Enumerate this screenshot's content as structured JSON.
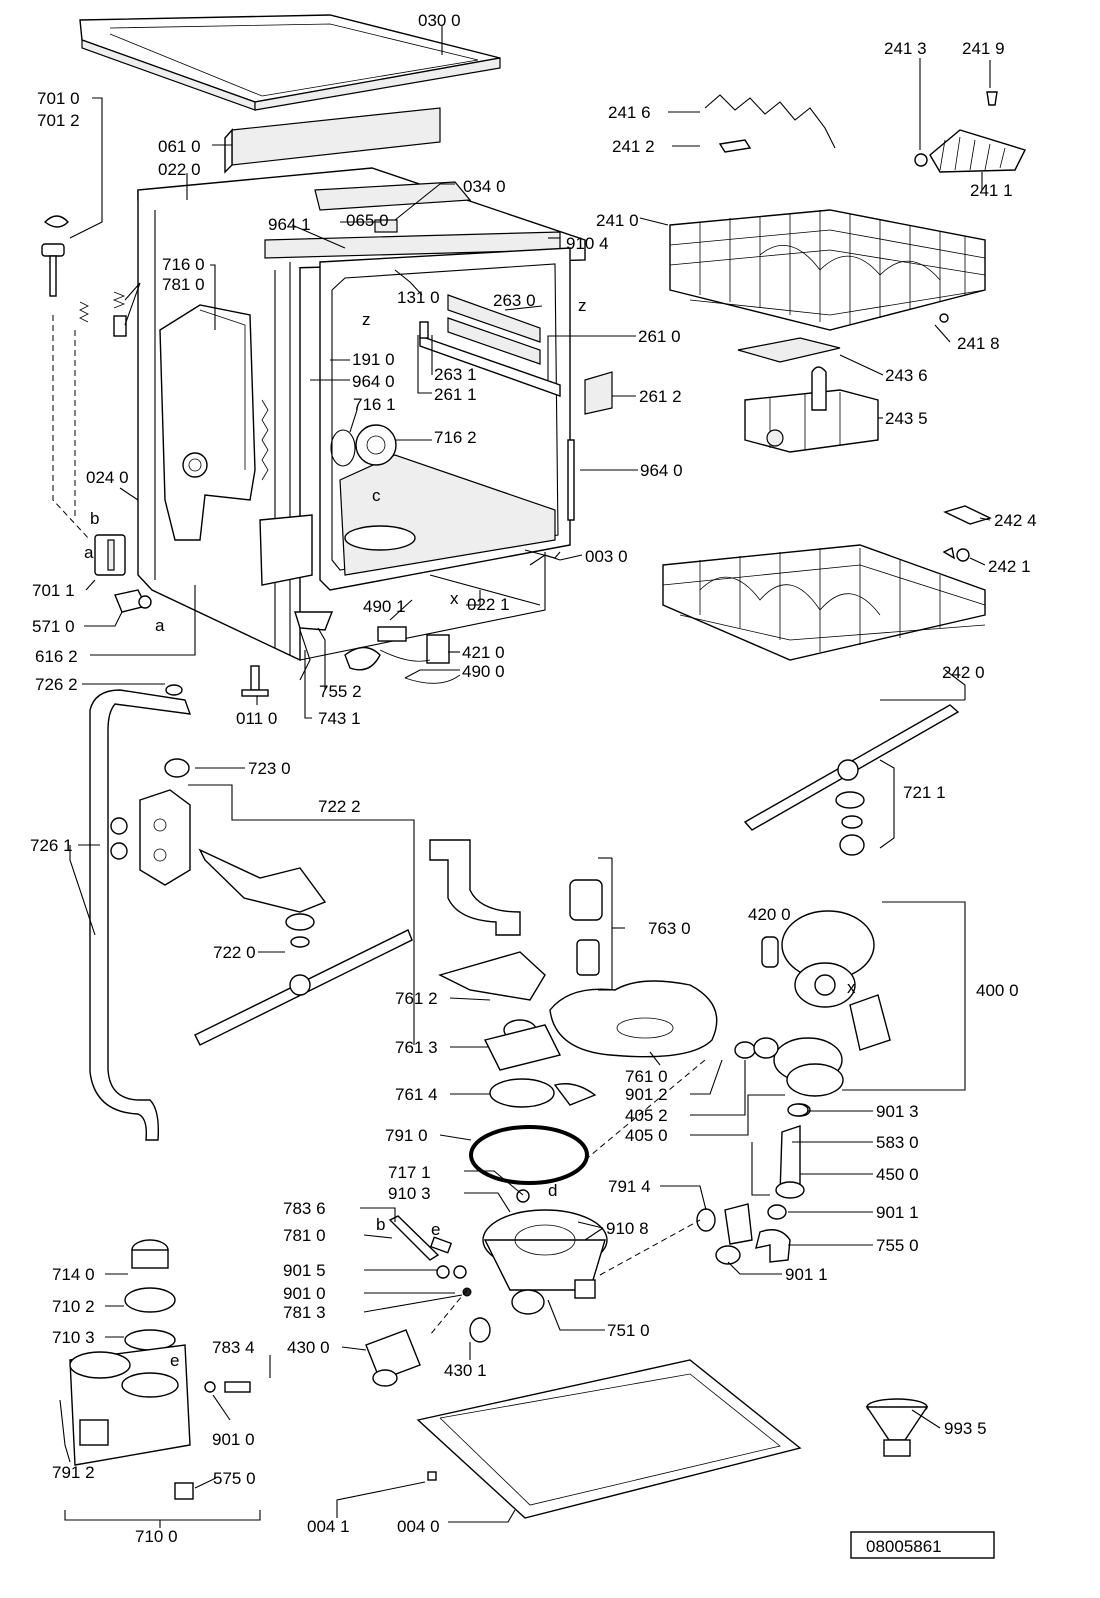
{
  "labels": [
    "030 0",
    "241 3",
    "241 9",
    "701 0",
    "701 2",
    "241 6",
    "241 2",
    "061 0",
    "022 0",
    "034 0",
    "065 0",
    "241 1",
    "964 1",
    "241 0",
    "910 4",
    "716 0",
    "781 0",
    "131 0",
    "263 0",
    "261 0",
    "241 8",
    "191 0",
    "964 0",
    "263 1",
    "261 1",
    "261 2",
    "243 6",
    "716 1",
    "716 2",
    "243 5",
    "964 0",
    "024 0",
    "242 4",
    "003 0",
    "242 1",
    "701 1",
    "571 0",
    "490 1",
    "022 1",
    "421 0",
    "490 0",
    "616 2",
    "242 0",
    "726 2",
    "755 2",
    "011 0",
    "743 1",
    "723 0",
    "722 2",
    "721 1",
    "726 1",
    "763 0",
    "420 0",
    "722 0",
    "400 0",
    "761 2",
    "761 3",
    "761 0",
    "901 2",
    "405 2",
    "761 4",
    "405 0",
    "901 3",
    "791 0",
    "583 0",
    "717 1",
    "450 0",
    "910 3",
    "791 4",
    "783 6",
    "910 8",
    "901 1",
    "781 0",
    "755 0",
    "714 0",
    "901 5",
    "901 1",
    "901 0",
    "710 2",
    "781 3",
    "751 0",
    "710 3",
    "783 4",
    "430 0",
    "430 1",
    "901 0",
    "791 2",
    "575 0",
    "993 5",
    "710 0",
    "004 1",
    "004 0"
  ],
  "letters": [
    "z",
    "z",
    "c",
    "b",
    "a",
    "a",
    "x",
    "x",
    "d",
    "b",
    "e",
    "e"
  ],
  "reference": "08005861"
}
